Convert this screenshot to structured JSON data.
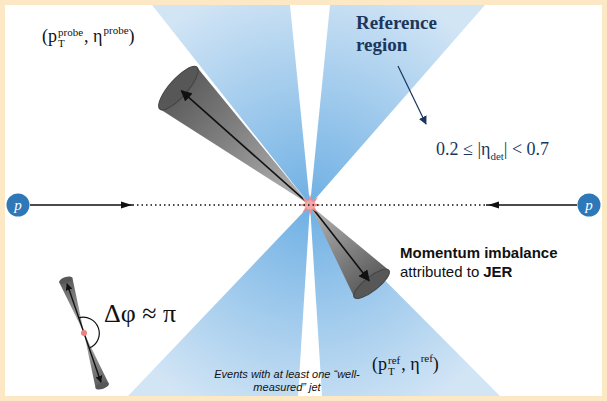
{
  "diagram": {
    "nodes": [
      {
        "text": [
          "p"
        ]
      },
      {
        "text": [
          "p"
        ]
      }
    ],
    "edges": [
      {
        "from": 0,
        "to": 1,
        "arrow": "none"
      }
    ],
    "labels": [
      "(p",
      "T",
      "probe",
      ", η",
      "probe",
      ")",
      "Reference region",
      "0.2 ≤ |η",
      "det",
      "| < 0.7",
      "Momentum imbalance",
      "attributed to",
      "JER",
      "Δφ ≈ π",
      "(p",
      "T",
      "ref",
      ", η",
      "ref",
      ")",
      "Events with at least one “well-measured” jet"
    ]
  }
}
